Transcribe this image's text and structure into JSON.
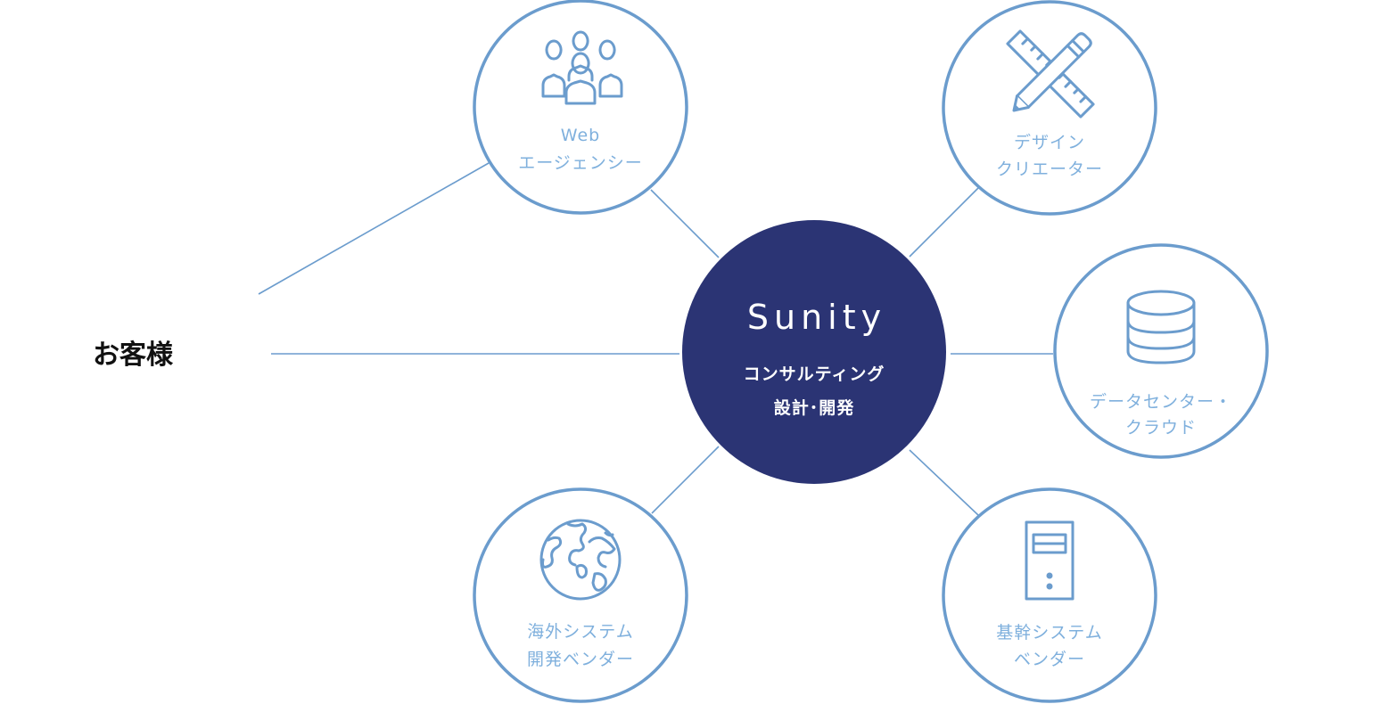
{
  "customer": {
    "label": "お客様"
  },
  "hub": {
    "title": "Sunity",
    "line1": "コンサルティング",
    "line2": "設計･開発",
    "color": "#2b3474"
  },
  "nodes": {
    "web_agency": {
      "line1": "Web",
      "line2": "エージェンシー",
      "icon": "people-group-icon"
    },
    "design_creator": {
      "line1": "デザイン",
      "line2": "クリエーター",
      "icon": "pencil-ruler-icon"
    },
    "datacenter_cloud": {
      "line1": "データセンター・",
      "line2": "クラウド",
      "icon": "database-icon"
    },
    "overseas_vendor": {
      "line1": "海外システム",
      "line2": "開発ベンダー",
      "icon": "globe-icon"
    },
    "core_system_vendor": {
      "line1": "基幹システム",
      "line2": "ベンダー",
      "icon": "server-tower-icon"
    }
  },
  "colors": {
    "accent": "#6b9ccd",
    "node_text": "#7fb0dd",
    "hub": "#2b3474"
  }
}
